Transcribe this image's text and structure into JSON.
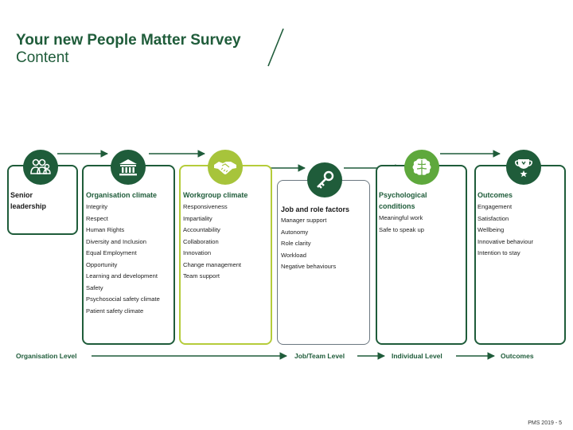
{
  "header": {
    "title_line1": "Your new People Matter Survey",
    "title_line2": "Content"
  },
  "columns": [
    {
      "heading_lines": [
        "Senior",
        "leadership"
      ],
      "icon": "people-group-icon",
      "items": []
    },
    {
      "heading_lines": [
        "Organisation climate"
      ],
      "icon": "building-icon",
      "items": [
        "Integrity",
        "Respect",
        "Human Rights",
        "Diversity and Inclusion",
        "Equal Employment",
        "Opportunity",
        "Learning and development",
        "Safety",
        "Psychosocial safety climate",
        "Patient safety climate"
      ]
    },
    {
      "heading_lines": [
        "Workgroup climate"
      ],
      "icon": "handshake-icon",
      "items": [
        "Responsiveness",
        "Impartiality",
        "Accountability",
        "Collaboration",
        "Innovation",
        "Change management",
        "Team support"
      ]
    },
    {
      "heading_lines": [
        "Job and role factors"
      ],
      "icon": "key-icon",
      "items": [
        "Manager support",
        "Autonomy",
        "Role clarity",
        "Workload",
        "Negative behaviours"
      ]
    },
    {
      "heading_lines": [
        "Psychological",
        "conditions"
      ],
      "icon": "brain-icon",
      "items": [
        "Meaningful work",
        "Safe to speak up"
      ]
    },
    {
      "heading_lines": [
        "Outcomes"
      ],
      "icon": "trophy-icon",
      "items": [
        "Engagement",
        "Satisfaction",
        "Wellbeing",
        "Innovative behaviour",
        "Intention to stay"
      ]
    }
  ],
  "levels": {
    "organisation": "Organisation Level",
    "job_team": "Job/Team Level",
    "individual": "Individual Level",
    "outcomes": "Outcomes"
  },
  "footer": {
    "page": "PMS 2019 - 5"
  },
  "colors": {
    "dark_green": "#1f5c3a",
    "lime": "#b5cc3a",
    "grey": "#6b7780"
  }
}
